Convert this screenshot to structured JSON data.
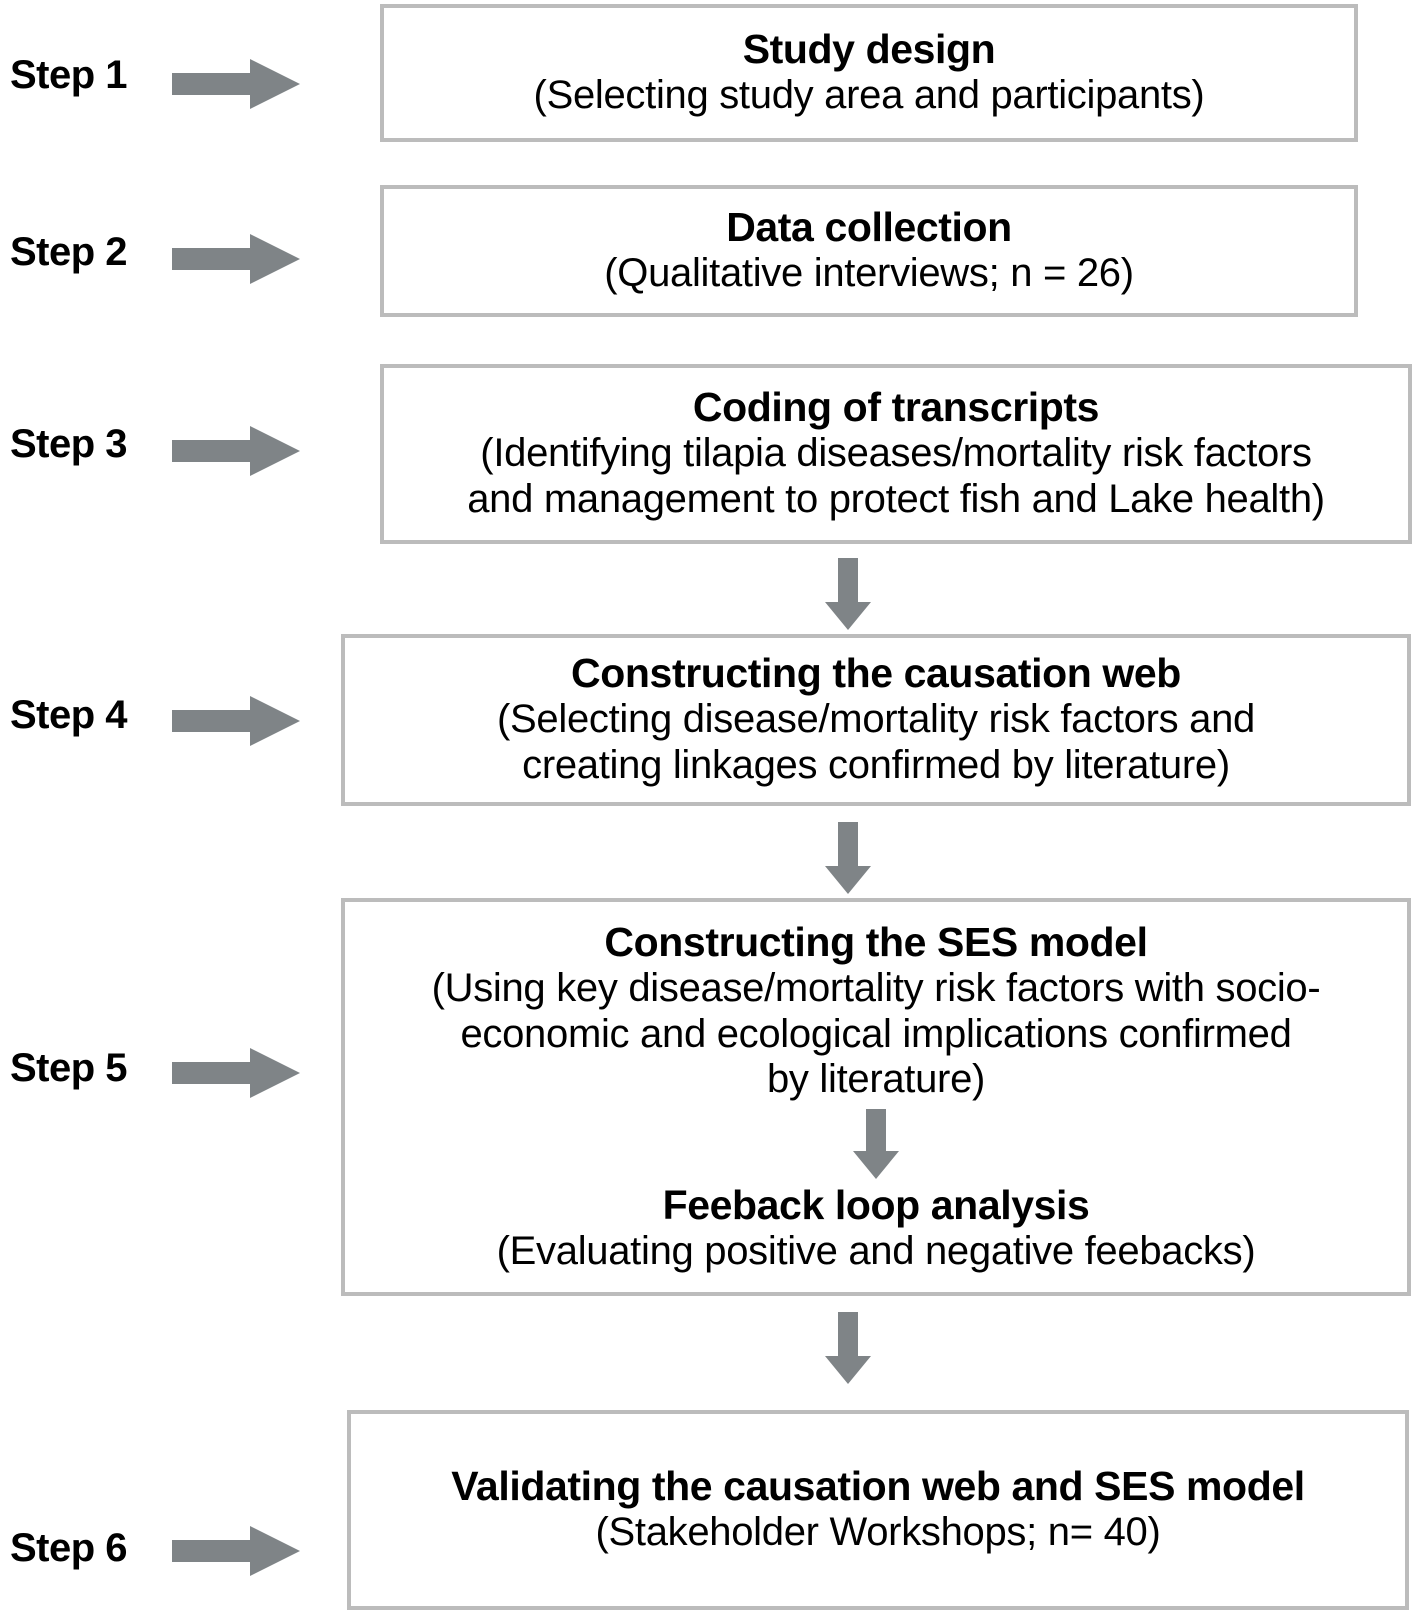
{
  "figure": {
    "type": "flowchart",
    "orientation": "vertical",
    "background_color": "#ffffff",
    "box_border_color": "#bcbcbc",
    "arrow_color": "#7f8487",
    "text_color": "#000000"
  },
  "steps": [
    {
      "label": "Step 1",
      "arrow_icon": "right-arrow-icon",
      "box": {
        "title": "Study design",
        "subtitle": "(Selecting study area and participants)"
      }
    },
    {
      "label": "Step 2",
      "arrow_icon": "right-arrow-icon",
      "box": {
        "title": "Data collection",
        "subtitle": "(Qualitative interviews; n = 26)"
      }
    },
    {
      "label": "Step 3",
      "arrow_icon": "right-arrow-icon",
      "box": {
        "title": "Coding of transcripts",
        "subtitle_line1": "(Identifying tilapia diseases/mortality risk factors",
        "subtitle_line2": "and management to protect fish and Lake health)"
      }
    },
    {
      "label": "Step 4",
      "arrow_icon": "right-arrow-icon",
      "box": {
        "title": "Constructing the causation web",
        "subtitle_line1": "(Selecting disease/mortality risk factors and",
        "subtitle_line2": "creating linkages confirmed by literature)"
      }
    },
    {
      "label": "Step 5",
      "arrow_icon": "right-arrow-icon",
      "box": {
        "title": "Constructing the SES model",
        "subtitle_line1": "(Using key disease/mortality risk factors with socio-",
        "subtitle_line2": "economic and ecological implications confirmed",
        "subtitle_line3": "by literature)",
        "inner_arrow_icon": "down-arrow-icon",
        "secondary_title": "Feeback loop analysis",
        "secondary_subtitle": "(Evaluating positive and negative feebacks)"
      }
    },
    {
      "label": "Step 6",
      "arrow_icon": "right-arrow-icon",
      "box": {
        "title": "Validating the causation web and SES model",
        "subtitle": "(Stakeholder Workshops; n= 40)"
      }
    }
  ],
  "connectors": [
    {
      "name": "connector-step3-to-step4",
      "icon": "down-arrow-icon"
    },
    {
      "name": "connector-step4-to-step5",
      "icon": "down-arrow-icon"
    },
    {
      "name": "connector-step5-to-step6",
      "icon": "down-arrow-icon"
    }
  ]
}
